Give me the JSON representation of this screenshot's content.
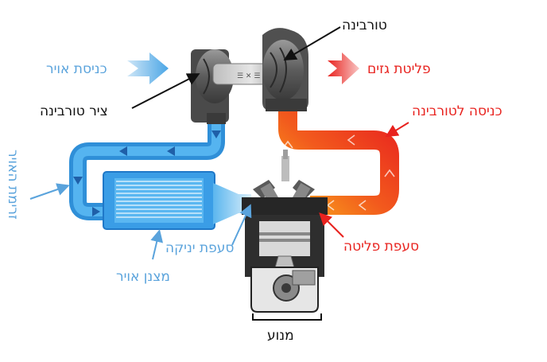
{
  "colors": {
    "cold": "#3ea2e6",
    "cold_dark": "#1f78c8",
    "hot": "#e8221e",
    "warm": "#f9a21b",
    "label_blue": "#5aa3dc",
    "label_red": "#e8221e",
    "label_black": "#111111"
  },
  "labels": {
    "turbine": "טורבינה",
    "air_intake": "כניסת אויר",
    "exhaust_outlet": "פליטת גזים",
    "turbine_shaft": "ציר טורבינה",
    "turbine_inlet": "כניסה לטורבינה",
    "air_flow": "זרימת האויר",
    "intake_valve": "סעפת יניקה",
    "exhaust_valve": "סעפת פליטה",
    "intercooler": "מצנן אויר",
    "engine": "מנוע"
  }
}
